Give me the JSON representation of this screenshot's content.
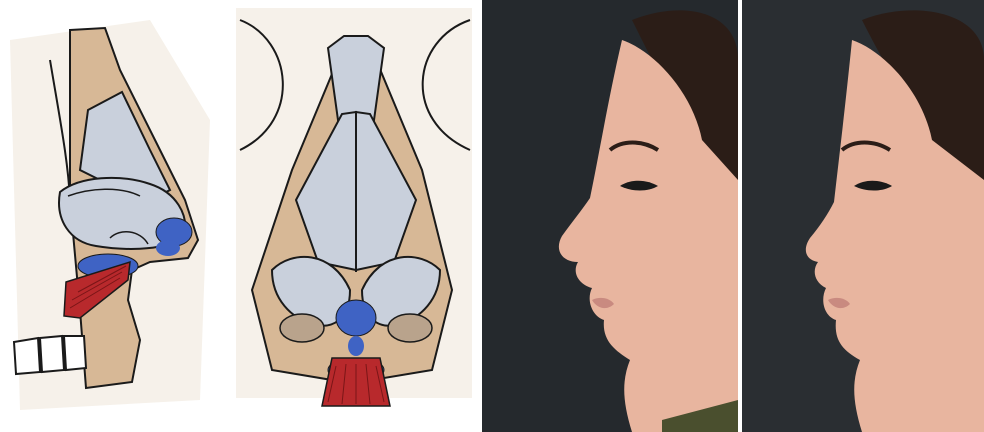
{
  "figure": {
    "panels": [
      {
        "id": "lateral-nose-illustration",
        "kind": "illustration"
      },
      {
        "id": "basal-nose-illustration",
        "kind": "illustration"
      },
      {
        "id": "profile-photo-before",
        "kind": "photograph"
      },
      {
        "id": "profile-photo-after",
        "kind": "photograph"
      }
    ],
    "colors": {
      "skin": "#d7b896",
      "cartilage": "#c9d0dc",
      "highlight": "#3f63c4",
      "muscle": "#b8292c",
      "outline": "#1a1a1a",
      "photo_background": "#25292d",
      "photo_skin": "#e8b59f",
      "hair": "#2b1d17"
    }
  }
}
